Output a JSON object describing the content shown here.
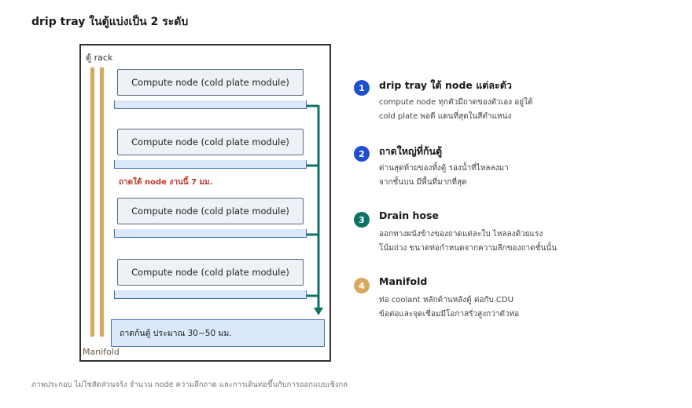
{
  "title": "drip tray ในตู้แบ่งเป็น 2 ระดับ",
  "rack": {
    "label": "ตู้ rack",
    "manifold_label": "Manifold",
    "node_label": "Compute node (cold plate module)",
    "tray_note": "ถาดใต้ node   งานนี้ 7 มม.",
    "base_tray_label": "ถาดก้นตู้   ประมาณ 30~50 มม."
  },
  "colors": {
    "step1": "#1f4fd1",
    "step2": "#1f4fd1",
    "step3": "#0e7366",
    "step4": "#d8a862",
    "hose": "#0e7366",
    "manifold": "#d8a862",
    "tray_border": "#3c6cb4",
    "tray_fill": "#dbe8fa",
    "note": "#c0392b"
  },
  "steps": [
    {
      "number": "1",
      "title": "drip tray ใต้ node แต่ละตัว",
      "line1": "compute node ทุกตัวมีถาดของตัวเอง อยู่ใต้",
      "line2": "cold plate พอดี แดนที่สุดในสีตำแหน่ง"
    },
    {
      "number": "2",
      "title": "ถาดใหญ่ที่ก้นตู้",
      "line1": "ด่านสุดท้ายของทั้งตู้ รองน้ำที่ไหลลงมา",
      "line2": "จากชั้นบน มีพื้นที่มากที่สุด"
    },
    {
      "number": "3",
      "title": "Drain hose",
      "line1": "ออกทางผนังข้างของถาดแต่ละใบ ไหลลงด้วยแรง",
      "line2": "โน้มถ่วง ขนาดท่อกำหนดจากความลึกของถาดชั้นนั้น"
    },
    {
      "number": "4",
      "title": "Manifold",
      "line1": "ท่อ coolant หลักด้านหลังตู้ ต่อกับ CDU",
      "line2": "ข้อต่อและจุดเชื่อมมีโอกาสรั่วสูงกว่าตัวท่อ"
    }
  ],
  "caption": "ภาพประกอบ ไม่ใช่สัดส่วนจริง จำนวน node ความลึกถาด และการเดินท่อขึ้นกับการออกแบบเชิงกล"
}
